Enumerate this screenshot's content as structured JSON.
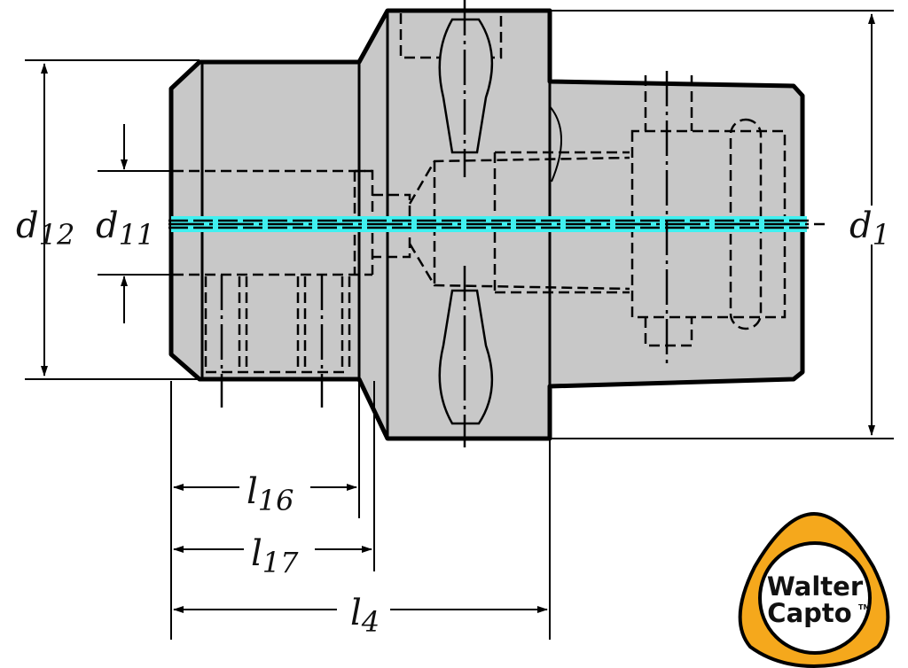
{
  "drawing": {
    "colors": {
      "body": "#c8c8c8",
      "outline": "#000000",
      "coolant": "#40f0f0",
      "logo_ring": "#f5a81c"
    },
    "dimensions": {
      "d12": {
        "symbol": "d",
        "sub": "12"
      },
      "d11": {
        "symbol": "d",
        "sub": "11"
      },
      "d1": {
        "symbol": "d",
        "sub": "1"
      },
      "l16": {
        "symbol": "l",
        "sub": "16"
      },
      "l17": {
        "symbol": "l",
        "sub": "17"
      },
      "l4": {
        "symbol": "l",
        "sub": "4"
      }
    }
  },
  "logo": {
    "line1": "Walter",
    "line2": "Capto",
    "tm": "TM"
  }
}
